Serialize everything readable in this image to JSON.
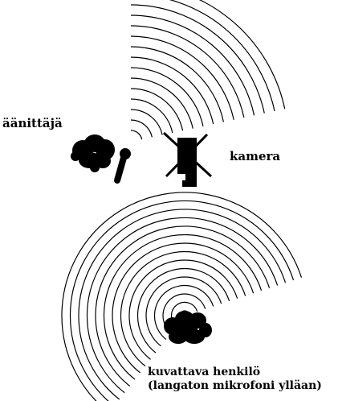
{
  "labels": {
    "recorder": "äänittäjä",
    "camera": "kamera",
    "subject_line1": "kuvattava henkilö",
    "subject_line2": "(langaton mikrofoni ylläan)"
  },
  "colors": {
    "ink": "#000000",
    "background": "#ffffff"
  },
  "icons": {
    "recorder": "person-head-icon",
    "microphone": "microphone-icon",
    "camera": "camera-icon",
    "subject": "person-head-icon"
  }
}
